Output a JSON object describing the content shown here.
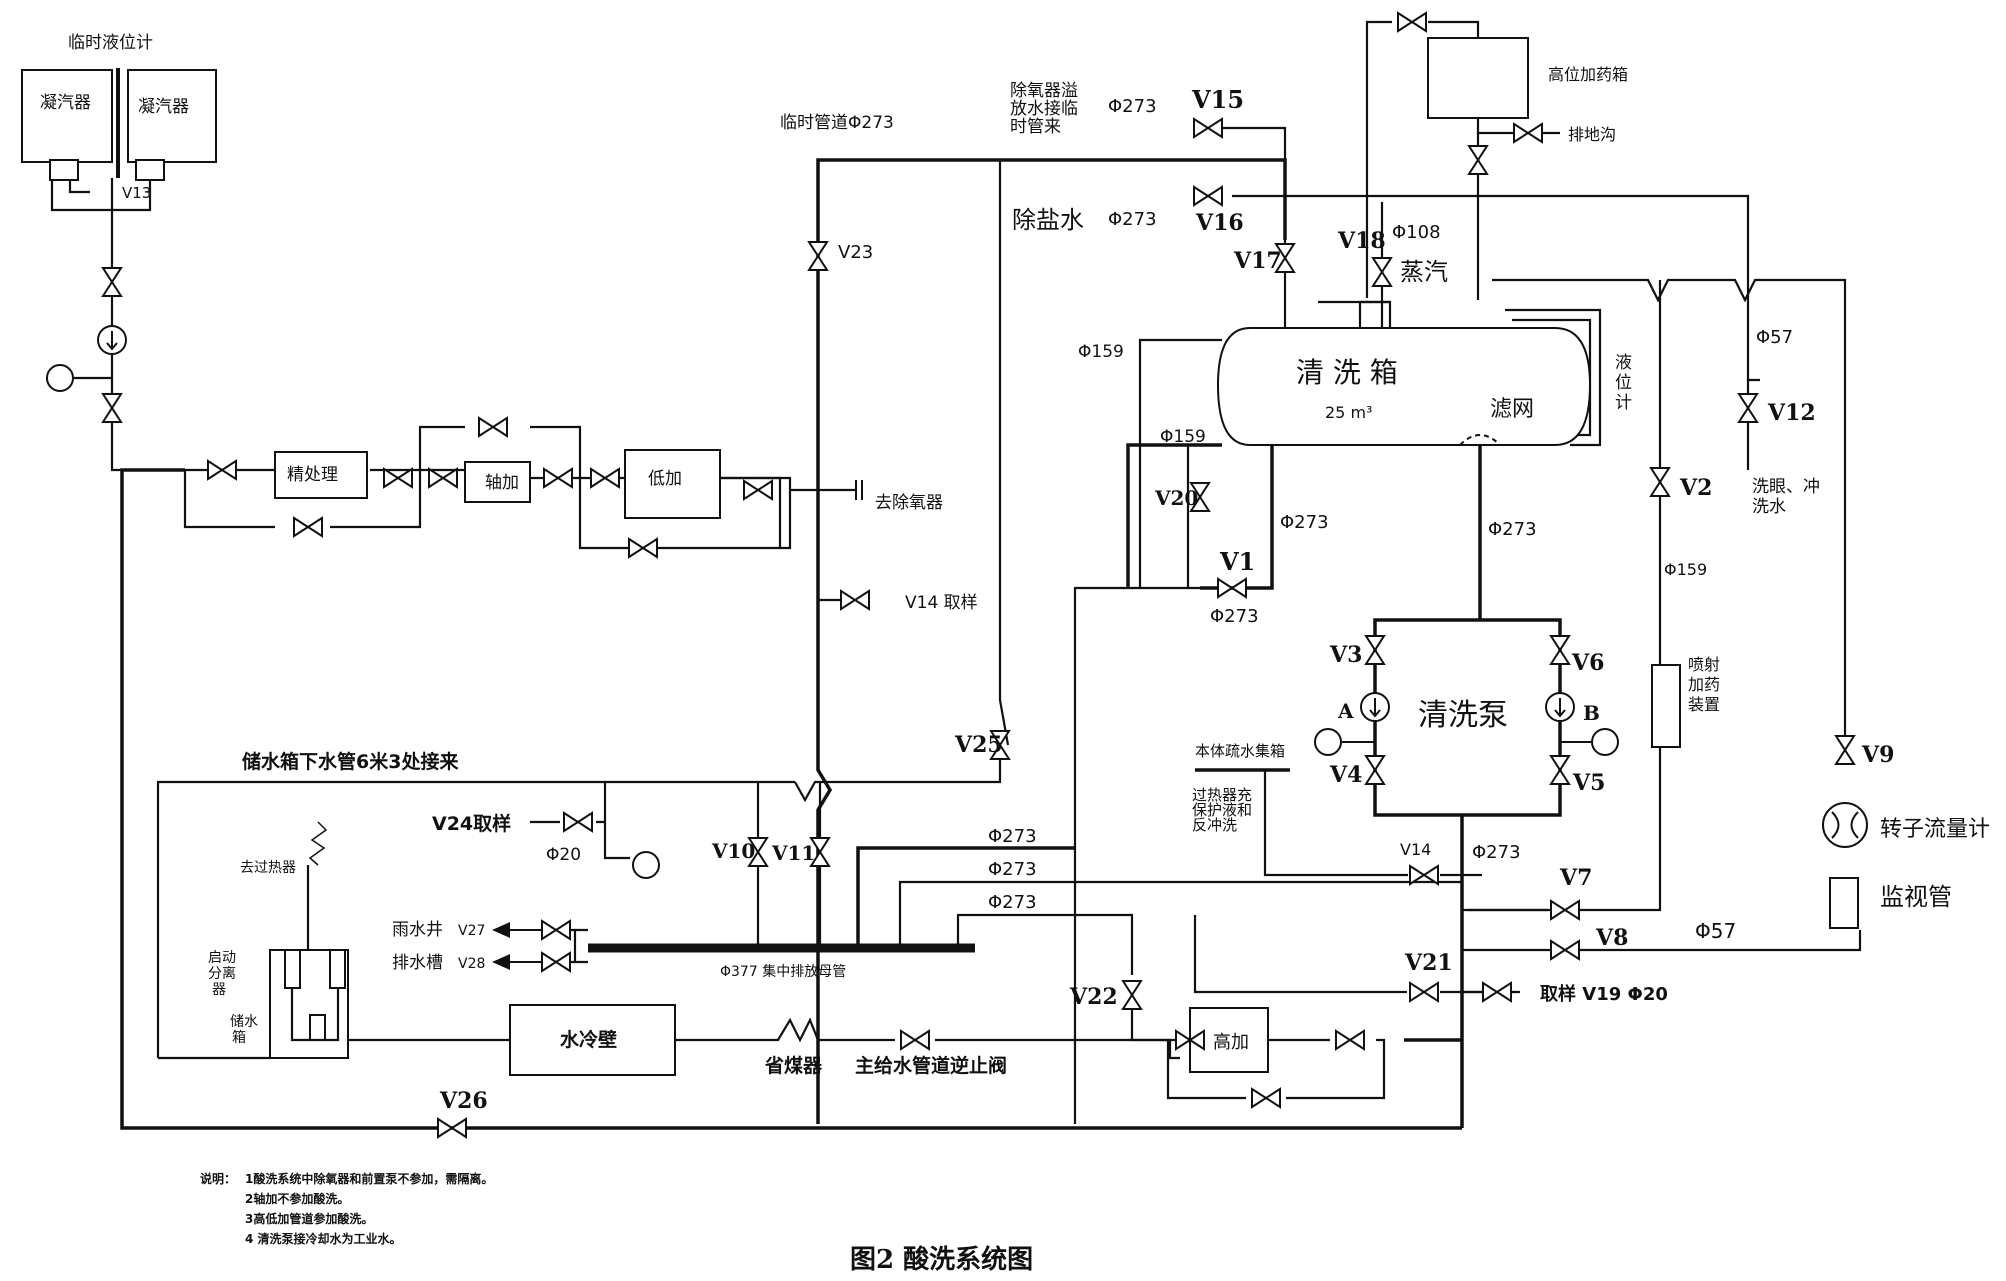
{
  "labels": {
    "temp_level_gauge": "临时液位计",
    "condenser_left": "凝汽器",
    "condenser_right": "凝汽器",
    "v13": "V13",
    "temp_pipe": "临时管道Φ273",
    "deaerator_overflow": "除氧器溢",
    "deaerator_overflow_2": "放水接临",
    "deaerator_overflow_3": "时管来",
    "phi273_top": "Φ273",
    "v15": "V15",
    "high_dosing_tank": "高位加药箱",
    "to_drain": "排地沟",
    "demin_water": "除盐水",
    "phi273_demin": "Φ273",
    "v16": "V16",
    "v17": "V17",
    "v18": "V18",
    "phi108": "Φ108",
    "steam": "蒸汽",
    "v23": "V23",
    "phi159_a": "Φ159",
    "cleaning_tank": "清 洗 箱",
    "tank_volume": "25 m³",
    "strainer": "滤网",
    "level_gauge_1": "液",
    "level_gauge_2": "位",
    "level_gauge_3": "计",
    "phi57_top": "Φ57",
    "v12": "V12",
    "eye_wash_1": "洗眼、冲",
    "eye_wash_2": "洗水",
    "polisher": "精处理",
    "shaft_heater": "轴加",
    "lp_heater": "低加",
    "to_deaerator": "去除氧器",
    "phi159_b": "Φ159",
    "v20": "V20",
    "phi273_v20": "Φ273",
    "v1": "V1",
    "phi273_v1": "Φ273",
    "phi273_pump_in": "Φ273",
    "v2": "V2",
    "phi159_v2": "Φ159",
    "v14_sample": "V14 取样",
    "v3": "V3",
    "v6": "V6",
    "pump_a": "A",
    "pump_b": "B",
    "cleaning_pump": "清洗泵",
    "spray_1": "喷射",
    "spray_2": "加药",
    "spray_3": "装置",
    "v9": "V9",
    "v25": "V25",
    "storage_tank_pipe": "储水箱下水管6米3处接来",
    "body_drain": "本体疏水集箱",
    "v4": "V4",
    "v5": "V5",
    "rotor_flowmeter": "转子流量计",
    "v24_sample": "V24取样",
    "phi20_v24": "Φ20",
    "v10": "V10",
    "v11": "V11",
    "phi273_r1": "Φ273",
    "superheater_1": "过热器充",
    "superheater_2": "保护液和",
    "superheater_3": "反冲洗",
    "v14": "V14",
    "phi273_r4": "Φ273",
    "phi273_r2": "Φ273",
    "v7": "V7",
    "monitor_pipe": "监视管",
    "phi273_r3": "Φ273",
    "v8": "V8",
    "phi57_bottom": "Φ57",
    "to_superheater": "去过热器",
    "rain_well": "雨水井",
    "v27": "V27",
    "drain_trench": "排水槽",
    "v28": "V28",
    "header": "Φ377 集中排放母管",
    "v21": "V21",
    "sample_v19": "取样 V19 Φ20",
    "startup_1": "启动",
    "startup_2": "分离",
    "startup_3": "器",
    "v22": "V22",
    "storage_1": "储水",
    "storage_2": "箱",
    "water_wall": "水冷壁",
    "economizer": "省煤器",
    "check_valve": "主给水管道逆止阀",
    "hp_heater": "高加",
    "v26": "V26",
    "note_title": "说明：",
    "note_1": "1酸洗系统中除氧器和前置泵不参加，需隔离。",
    "note_2": "2轴加不参加酸洗。",
    "note_3": "3高低加管道参加酸洗。",
    "note_4": "4 清洗泵接冷却水为工业水。",
    "caption": "图2   酸洗系统图"
  }
}
